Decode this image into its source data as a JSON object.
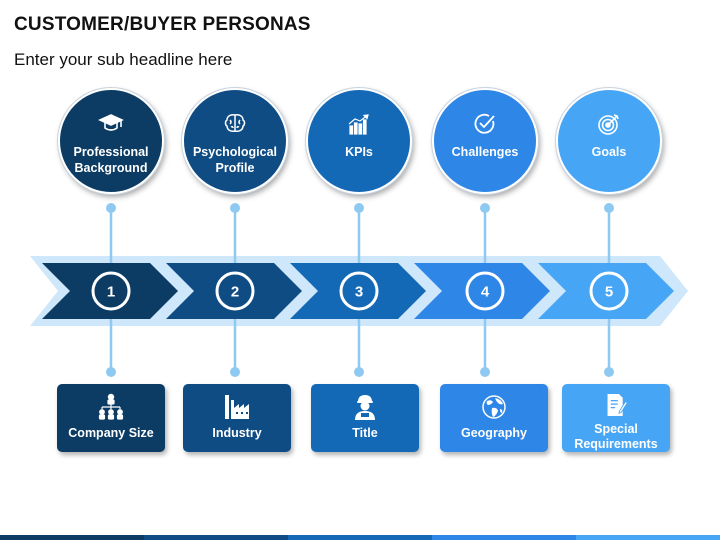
{
  "title": "CUSTOMER/BUYER PERSONAS",
  "subtitle": "Enter your sub headline here",
  "colors": [
    "#0c3c64",
    "#104c84",
    "#1469b6",
    "#2e86e6",
    "#46a6f5"
  ],
  "steps": [
    {
      "number": "1",
      "top_label": "Professional Background",
      "top_icon": "graduation-cap-icon",
      "bottom_label": "Company Size",
      "bottom_icon": "org-chart-icon"
    },
    {
      "number": "2",
      "top_label": "Psychological Profile",
      "top_icon": "brain-icon",
      "bottom_label": "Industry",
      "bottom_icon": "factory-icon"
    },
    {
      "number": "3",
      "top_label": "KPIs",
      "top_icon": "bar-chart-icon",
      "bottom_label": "Title",
      "bottom_icon": "worker-icon"
    },
    {
      "number": "4",
      "top_label": "Challenges",
      "top_icon": "check-badge-icon",
      "bottom_label": "Geography",
      "bottom_icon": "globe-icon"
    },
    {
      "number": "5",
      "top_label": "Goals",
      "top_icon": "target-icon",
      "bottom_label": "Special Requirements",
      "bottom_icon": "document-edit-icon"
    }
  ]
}
